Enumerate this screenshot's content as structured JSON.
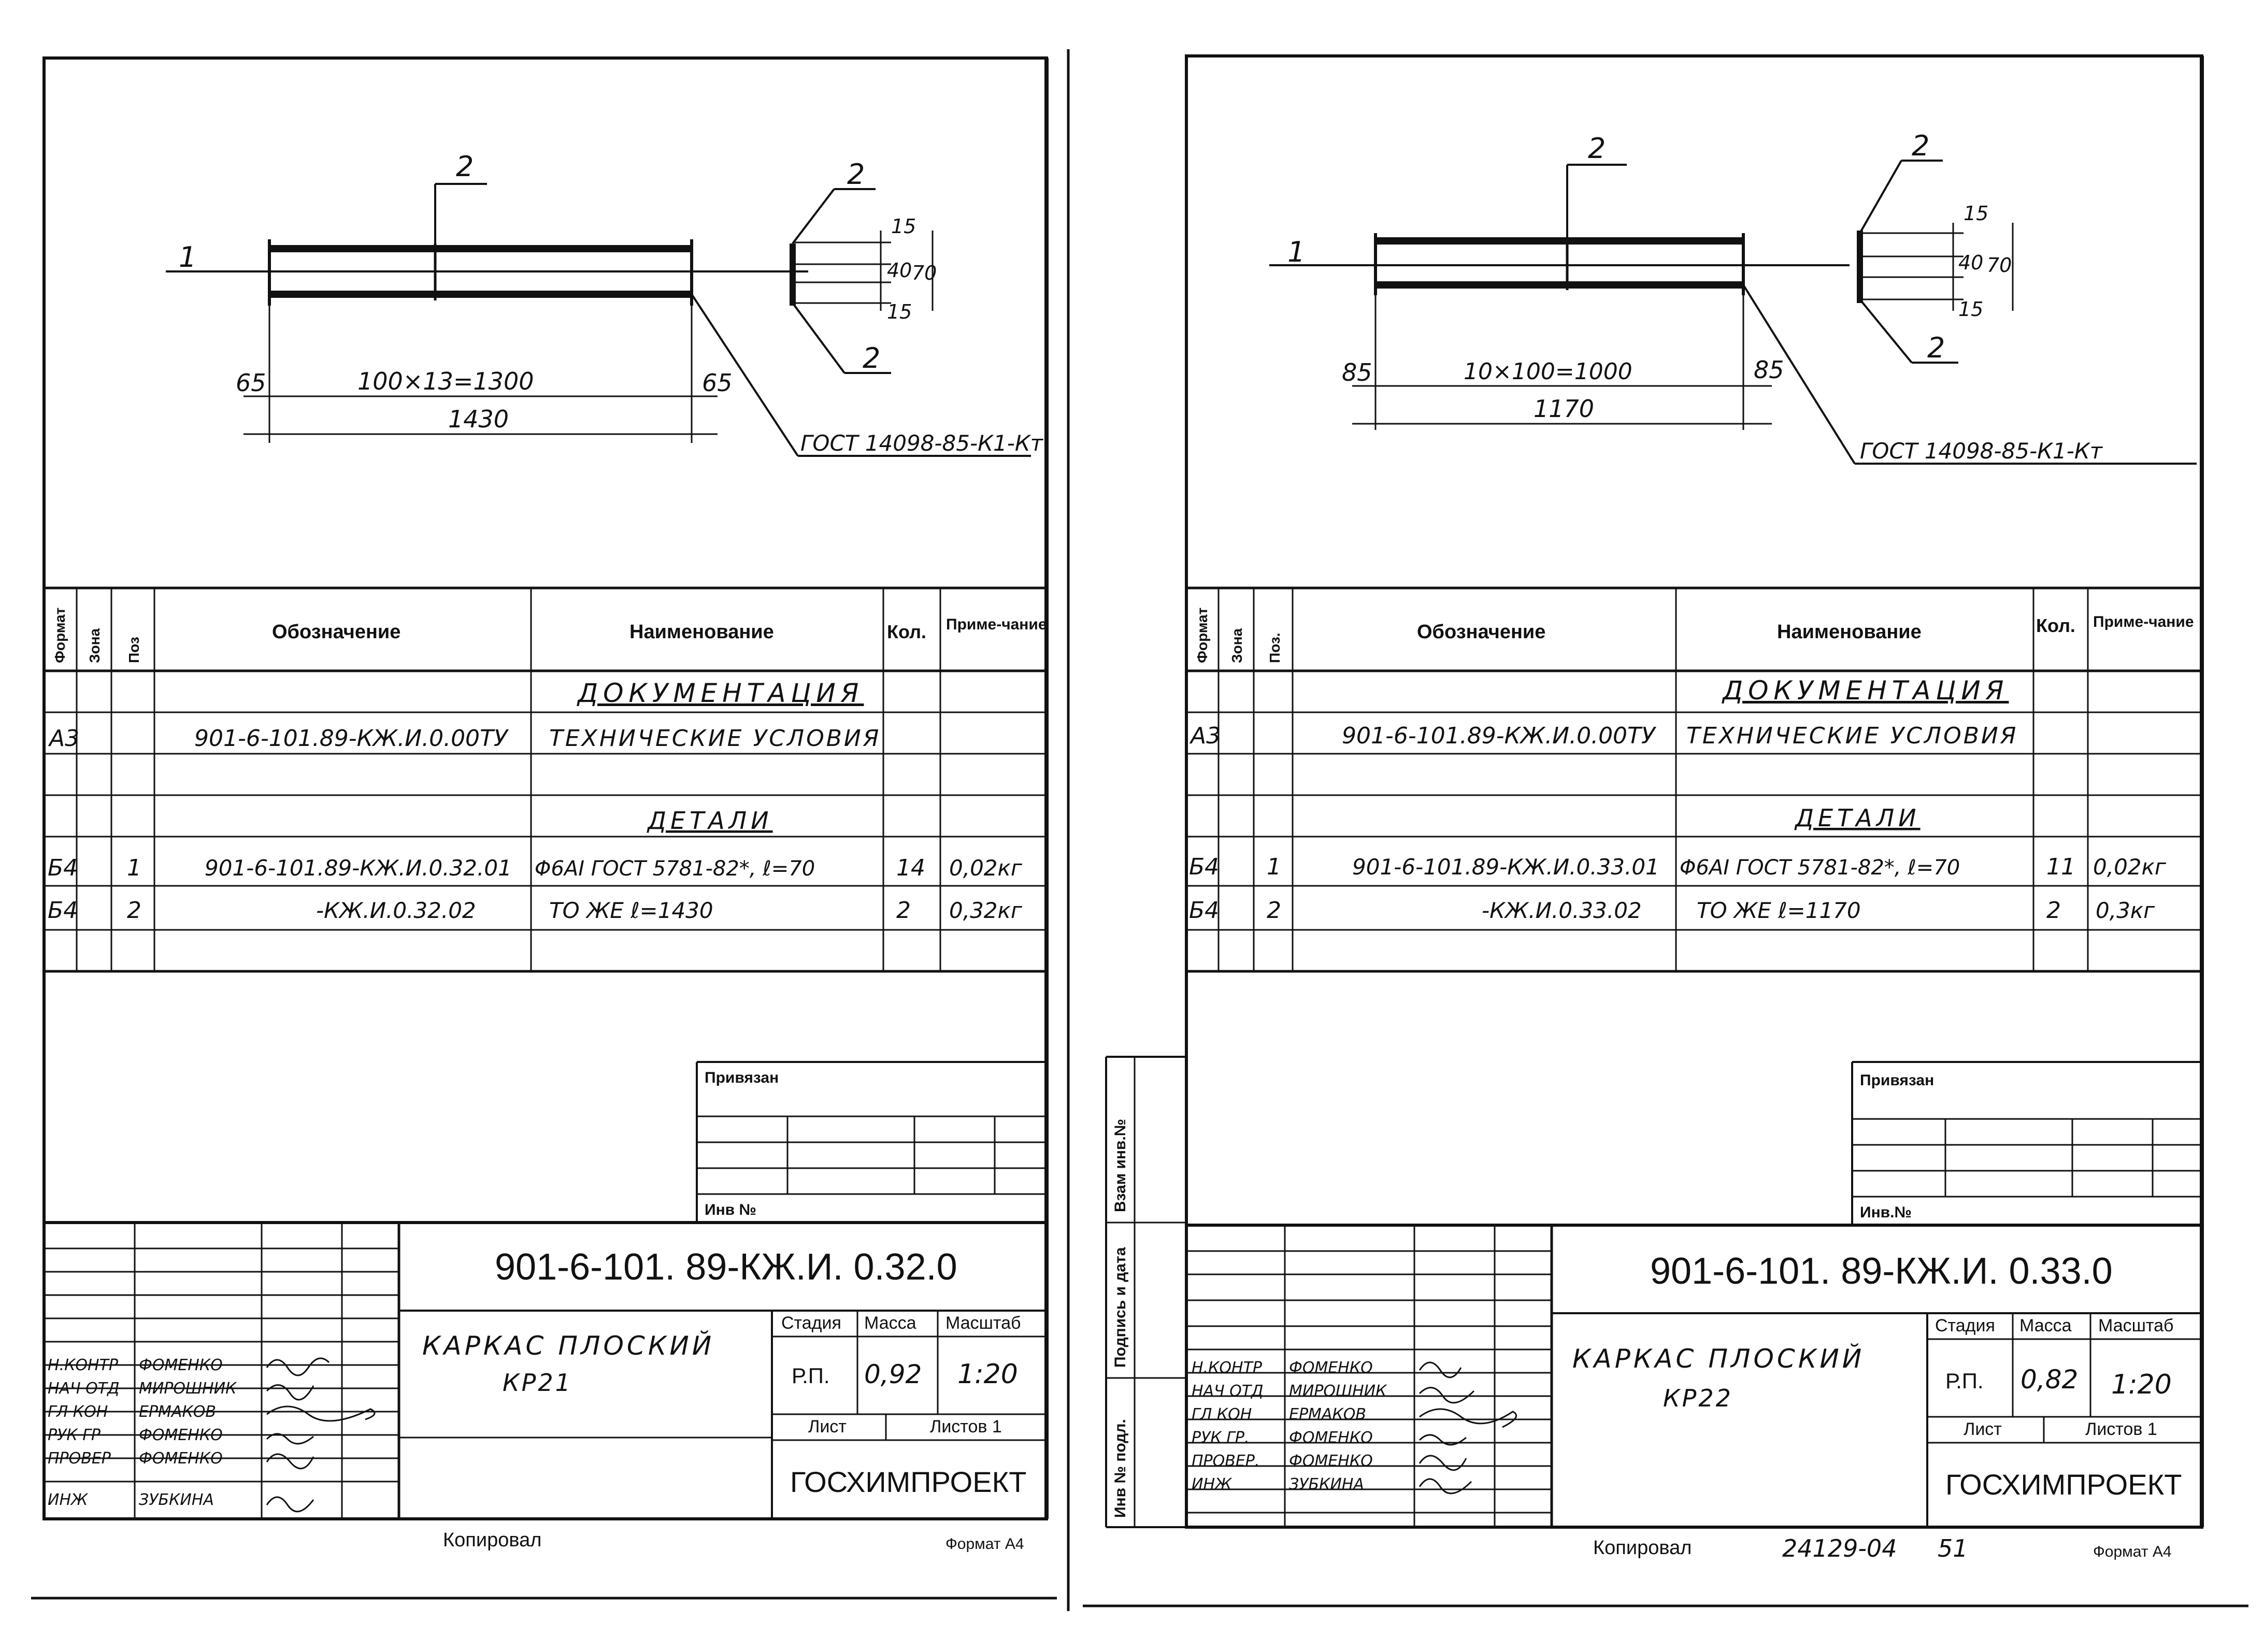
{
  "sheets": [
    {
      "drawing": {
        "pos1": "1",
        "pos2_top": "2",
        "pos2_section_top": "2",
        "pos2_section_bottom": "2",
        "dim_left": "65",
        "dim_spacing": "100×13=1300",
        "dim_right": "65",
        "dim_total": "1430",
        "dim_15_top": "15",
        "dim_40": "40",
        "dim_15_bottom": "15",
        "dim_70": "70",
        "gost_leader": "ГОСТ 14098-85-К1-Кт"
      },
      "spec": {
        "headers": {
          "format": "Формат",
          "zone": "Зона",
          "pos": "Поз",
          "designation": "Обозначение",
          "name": "Наименование",
          "qty": "Кол.",
          "note": "Приме-чание"
        },
        "section_docs": "ДОКУМЕНТАЦИЯ",
        "section_parts": "ДЕТАЛИ",
        "rows": [
          {
            "format": "А3",
            "pos": "",
            "designation": "901-6-101.89-КЖ.И.0.00ТУ",
            "name": "ТЕХНИЧЕСКИЕ УСЛОВИЯ",
            "qty": "",
            "note": ""
          },
          {
            "format": "Б4",
            "pos": "1",
            "designation": "901-6-101.89-КЖ.И.0.32.01",
            "name": "Φ6АI ГОСТ 5781-82*, ℓ=70",
            "qty": "14",
            "note": "0,02кг"
          },
          {
            "format": "Б4",
            "pos": "2",
            "designation": "-КЖ.И.0.32.02",
            "name": "ТО ЖЕ   ℓ=1430",
            "qty": "2",
            "note": "0,32кг"
          }
        ]
      },
      "privyazan": "Привязан",
      "inv_no": "Инв №",
      "stamp": {
        "code": "901-6-101. 89-КЖ.И. 0.32.0",
        "title_line1": "КАРКАС ПЛОСКИЙ",
        "title_line2": "КР21",
        "stage_label": "Стадия",
        "mass_label": "Масса",
        "scale_label": "Масштаб",
        "stage": "Р.П.",
        "mass": "0,92",
        "scale": "1:20",
        "sheet_label": "Лист",
        "sheets_label": "Листов 1",
        "org": "ГОСХИМПРОЕКТ",
        "people": [
          {
            "role": "Н.КОНТР",
            "name": "ФОМЕНКО"
          },
          {
            "role": "НАЧ ОТД",
            "name": "МИРОШНИК"
          },
          {
            "role": "ГЛ КОН",
            "name": "ЕРМАКОВ"
          },
          {
            "role": "РУК ГР",
            "name": "ФОМЕНКО"
          },
          {
            "role": "ПРОВЕР",
            "name": "ФОМЕНКО"
          },
          {
            "role": "ИНЖ",
            "name": "ЗУБКИНА"
          }
        ]
      },
      "copied": "Копировал",
      "format": "Формат А4"
    },
    {
      "drawing": {
        "pos1": "1",
        "pos2_top": "2",
        "pos2_section_top": "2",
        "pos2_section_bottom": "2",
        "dim_left": "85",
        "dim_spacing": "10×100=1000",
        "dim_right": "85",
        "dim_total": "1170",
        "dim_15_top": "15",
        "dim_40": "40",
        "dim_15_bottom": "15",
        "dim_70": "70",
        "gost_leader": "ГОСТ 14098-85-К1-Кт"
      },
      "spec": {
        "headers": {
          "format": "Формат",
          "zone": "Зона",
          "pos": "Поз.",
          "designation": "Обозначение",
          "name": "Наименование",
          "qty": "Кол.",
          "note": "Приме-чание"
        },
        "section_docs": "ДОКУМЕНТАЦИЯ",
        "section_parts": "ДЕТАЛИ",
        "rows": [
          {
            "format": "А3",
            "pos": "",
            "designation": "901-6-101.89-КЖ.И.0.00ТУ",
            "name": "ТЕХНИЧЕСКИЕ УСЛОВИЯ",
            "qty": "",
            "note": ""
          },
          {
            "format": "Б4",
            "pos": "1",
            "designation": "901-6-101.89-КЖ.И.0.33.01",
            "name": "Φ6АI ГОСТ 5781-82*, ℓ=70",
            "qty": "11",
            "note": "0,02кг"
          },
          {
            "format": "Б4",
            "pos": "2",
            "designation": "-КЖ.И.0.33.02",
            "name": "ТО ЖЕ   ℓ=1170",
            "qty": "2",
            "note": "0,3кг"
          }
        ]
      },
      "privyazan": "Привязан",
      "inv_no": "Инв.№",
      "side_labels": {
        "vzam": "Взам инв.№",
        "podpis": "Подпись и дата",
        "inv_podl": "Инв № подл."
      },
      "stamp": {
        "code": "901-6-101. 89-КЖ.И. 0.33.0",
        "title_line1": "КАРКАС ПЛОСКИЙ",
        "title_line2": "КР22",
        "stage_label": "Стадия",
        "mass_label": "Масса",
        "scale_label": "Масштаб",
        "stage": "Р.П.",
        "mass": "0,82",
        "scale": "1:20",
        "sheet_label": "Лист",
        "sheets_label": "Листов 1",
        "org": "ГОСХИМПРОЕКТ",
        "people": [
          {
            "role": "Н.КОНТР",
            "name": "ФОМЕНКО"
          },
          {
            "role": "НАЧ ОТД",
            "name": "МИРОШНИК"
          },
          {
            "role": "ГЛ КОН",
            "name": "ЕРМАКОВ"
          },
          {
            "role": "РУК ГР.",
            "name": "ФОМЕНКО"
          },
          {
            "role": "ПРОВЕР.",
            "name": "ФОМЕНКО"
          },
          {
            "role": "ИНЖ",
            "name": "ЗУБКИНА"
          }
        ]
      },
      "copied": "Копировал",
      "order_no": "24129-04",
      "page_no": "51",
      "format": "Формат А4"
    }
  ]
}
